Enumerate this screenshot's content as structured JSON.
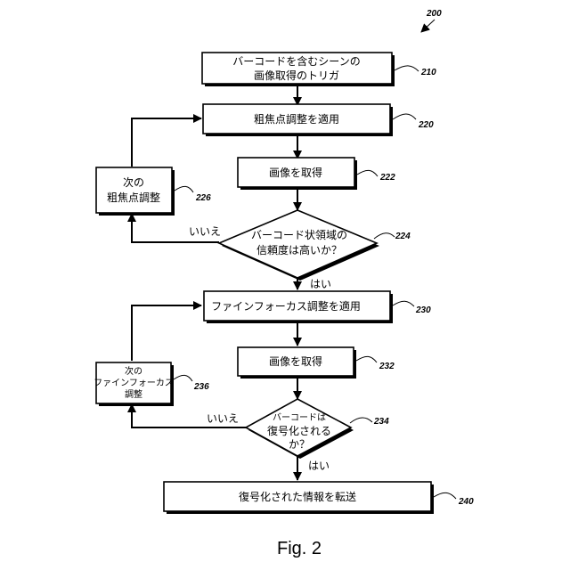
{
  "figure": {
    "ref_number": "200",
    "caption": "Fig. 2"
  },
  "nodes": {
    "n210": {
      "line1": "バーコードを含むシーンの",
      "line2": "画像取得のトリガ",
      "ref": "210"
    },
    "n220": {
      "text": "粗焦点調整を適用",
      "ref": "220"
    },
    "n222": {
      "text": "画像を取得",
      "ref": "222"
    },
    "n226": {
      "line1": "次の",
      "line2": "粗焦点調整",
      "ref": "226"
    },
    "n224": {
      "line1": "バーコード状領域の",
      "line2": "信頼度は高いか？",
      "ref": "224"
    },
    "n230": {
      "text": "ファインフォーカス調整を適用",
      "ref": "230"
    },
    "n232": {
      "text": "画像を取得",
      "ref": "232"
    },
    "n236": {
      "line1": "次の",
      "line2": "ファインフォーカス",
      "line3": "調整",
      "ref": "236"
    },
    "n234": {
      "line1": "バーコードは",
      "line2": "復号化される",
      "line3": "か？",
      "ref": "234"
    },
    "n240": {
      "text": "復号化された情報を転送",
      "ref": "240"
    }
  },
  "edge_labels": {
    "no_224": "いいえ",
    "yes_224": "はい",
    "no_234": "いいえ",
    "yes_234": "はい"
  }
}
